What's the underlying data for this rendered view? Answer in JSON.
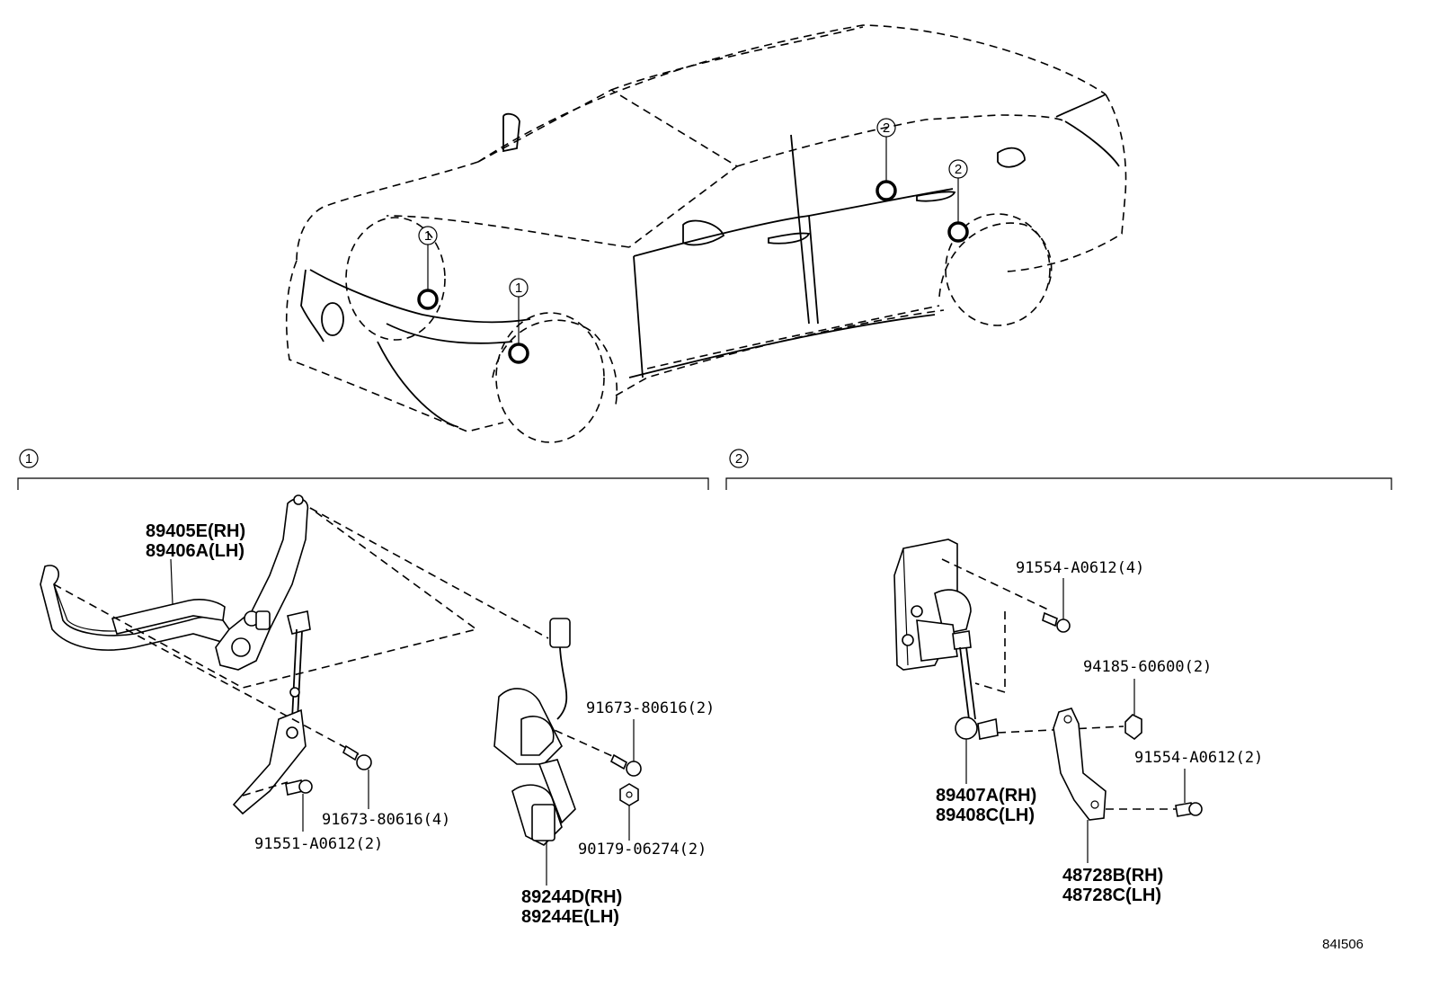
{
  "diagram": {
    "reference_code": "84I506",
    "car_view": {
      "location_markers": [
        {
          "callout": "1"
        },
        {
          "callout": "1"
        },
        {
          "callout": "2"
        },
        {
          "callout": "2"
        }
      ]
    },
    "sections": [
      {
        "callout": "1",
        "parts": [
          {
            "numbers": [
              "89405E(RH)",
              "89406A(LH)"
            ]
          },
          {
            "numbers": [
              "91673-80616(4)"
            ]
          },
          {
            "numbers": [
              "91551-A0612(2)"
            ]
          },
          {
            "numbers": [
              "91673-80616(2)"
            ]
          },
          {
            "numbers": [
              "90179-06274(2)"
            ]
          },
          {
            "numbers": [
              "89244D(RH)",
              "89244E(LH)"
            ]
          }
        ]
      },
      {
        "callout": "2",
        "parts": [
          {
            "numbers": [
              "91554-A0612(4)"
            ]
          },
          {
            "numbers": [
              "94185-60600(2)"
            ]
          },
          {
            "numbers": [
              "91554-A0612(2)"
            ]
          },
          {
            "numbers": [
              "89407A(RH)",
              "89408C(LH)"
            ]
          },
          {
            "numbers": [
              "48728B(RH)",
              "48728C(LH)"
            ]
          }
        ]
      }
    ]
  }
}
